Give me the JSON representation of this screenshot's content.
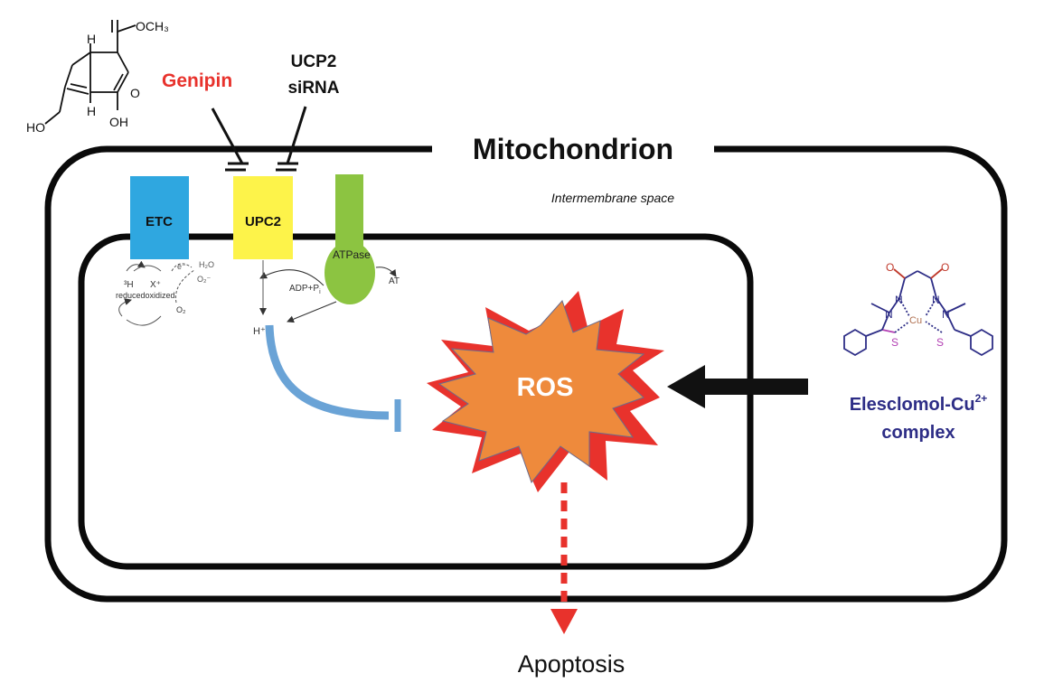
{
  "title": "Mitochondrion",
  "intermembrane_label": "Intermembrane space",
  "inhibitors": {
    "genipin": "Genipin",
    "ucp2_line1": "UCP2",
    "ucp2_line2": "siRNA"
  },
  "proteins": {
    "etc": "ETC",
    "upc2": "UPC2",
    "atpase": "ATPase"
  },
  "etc_detail": {
    "h": "³H",
    "x": "X⁺",
    "reduced_oxidized": "reducedoxidized",
    "e": "e⁻",
    "h2o": "H₂O",
    "o2_radical": "O₂⁻",
    "o2": "O₂"
  },
  "atpase_detail": {
    "adp": "ADP+P",
    "adp_sub": "i",
    "atp": "AT"
  },
  "proton": "H⁺",
  "ros": "ROS",
  "outcome": "Apoptosis",
  "drug": {
    "line1_prefix": "Elesclomol-Cu",
    "line1_sup": "2+",
    "line2": "complex"
  },
  "molecule_atoms": {
    "genipin": {
      "ester": "OCH₃",
      "h_top": "H",
      "h_bottom": "H",
      "hydroxymethyl": "HO",
      "hydroxyl": "OH"
    },
    "elesclomol": {
      "n": "N",
      "cu": "Cu",
      "s": "S"
    }
  },
  "colors": {
    "genipin": "#e8322c",
    "etc": "#2fa7e0",
    "upc2": "#fdf34a",
    "atpase": "#8cc441",
    "ros_fill": "#ee8a3c",
    "ros_shadow": "#e8322c",
    "inhibition_arc": "#6aa3d6",
    "apoptosis_arrow": "#e8322c",
    "drug_text": "#2d2d86",
    "sulfur": "#b23fb3"
  }
}
